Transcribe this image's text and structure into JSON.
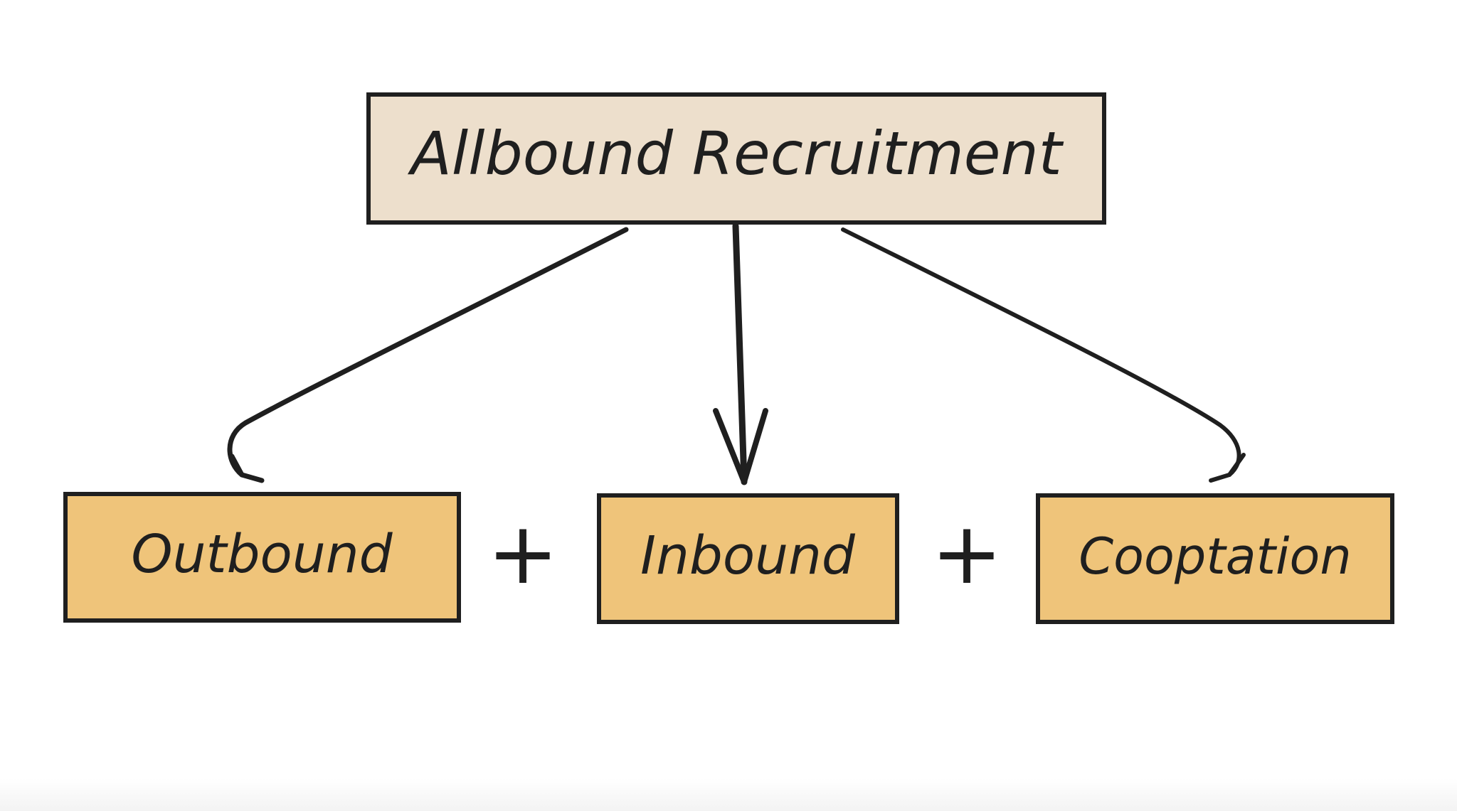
{
  "diagram": {
    "top": {
      "label": "Allbound Recruitment",
      "fill": "#eddfcc"
    },
    "children": [
      {
        "label": "Outbound",
        "fill": "#efc47a"
      },
      {
        "label": "Inbound",
        "fill": "#efc47a"
      },
      {
        "label": "Cooptation",
        "fill": "#efc47a"
      }
    ],
    "operators": [
      "+",
      "+"
    ],
    "stroke": "#1f1f1f"
  }
}
